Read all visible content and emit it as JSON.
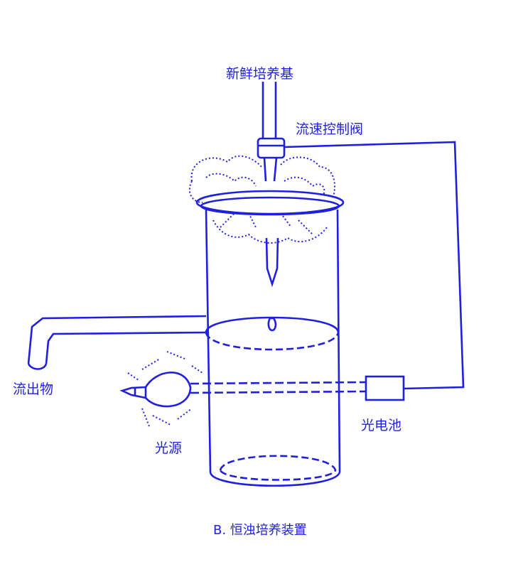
{
  "figure": {
    "labels": {
      "fresh_medium": "新鲜培养基",
      "flow_valve": "流速控制阀",
      "effluent": "流出物",
      "light_source": "光源",
      "photocell": "光电池"
    },
    "caption": "B.  恒浊培养装置"
  },
  "colors": {
    "ink": "#1f1fe0",
    "background": "#ffffff"
  }
}
